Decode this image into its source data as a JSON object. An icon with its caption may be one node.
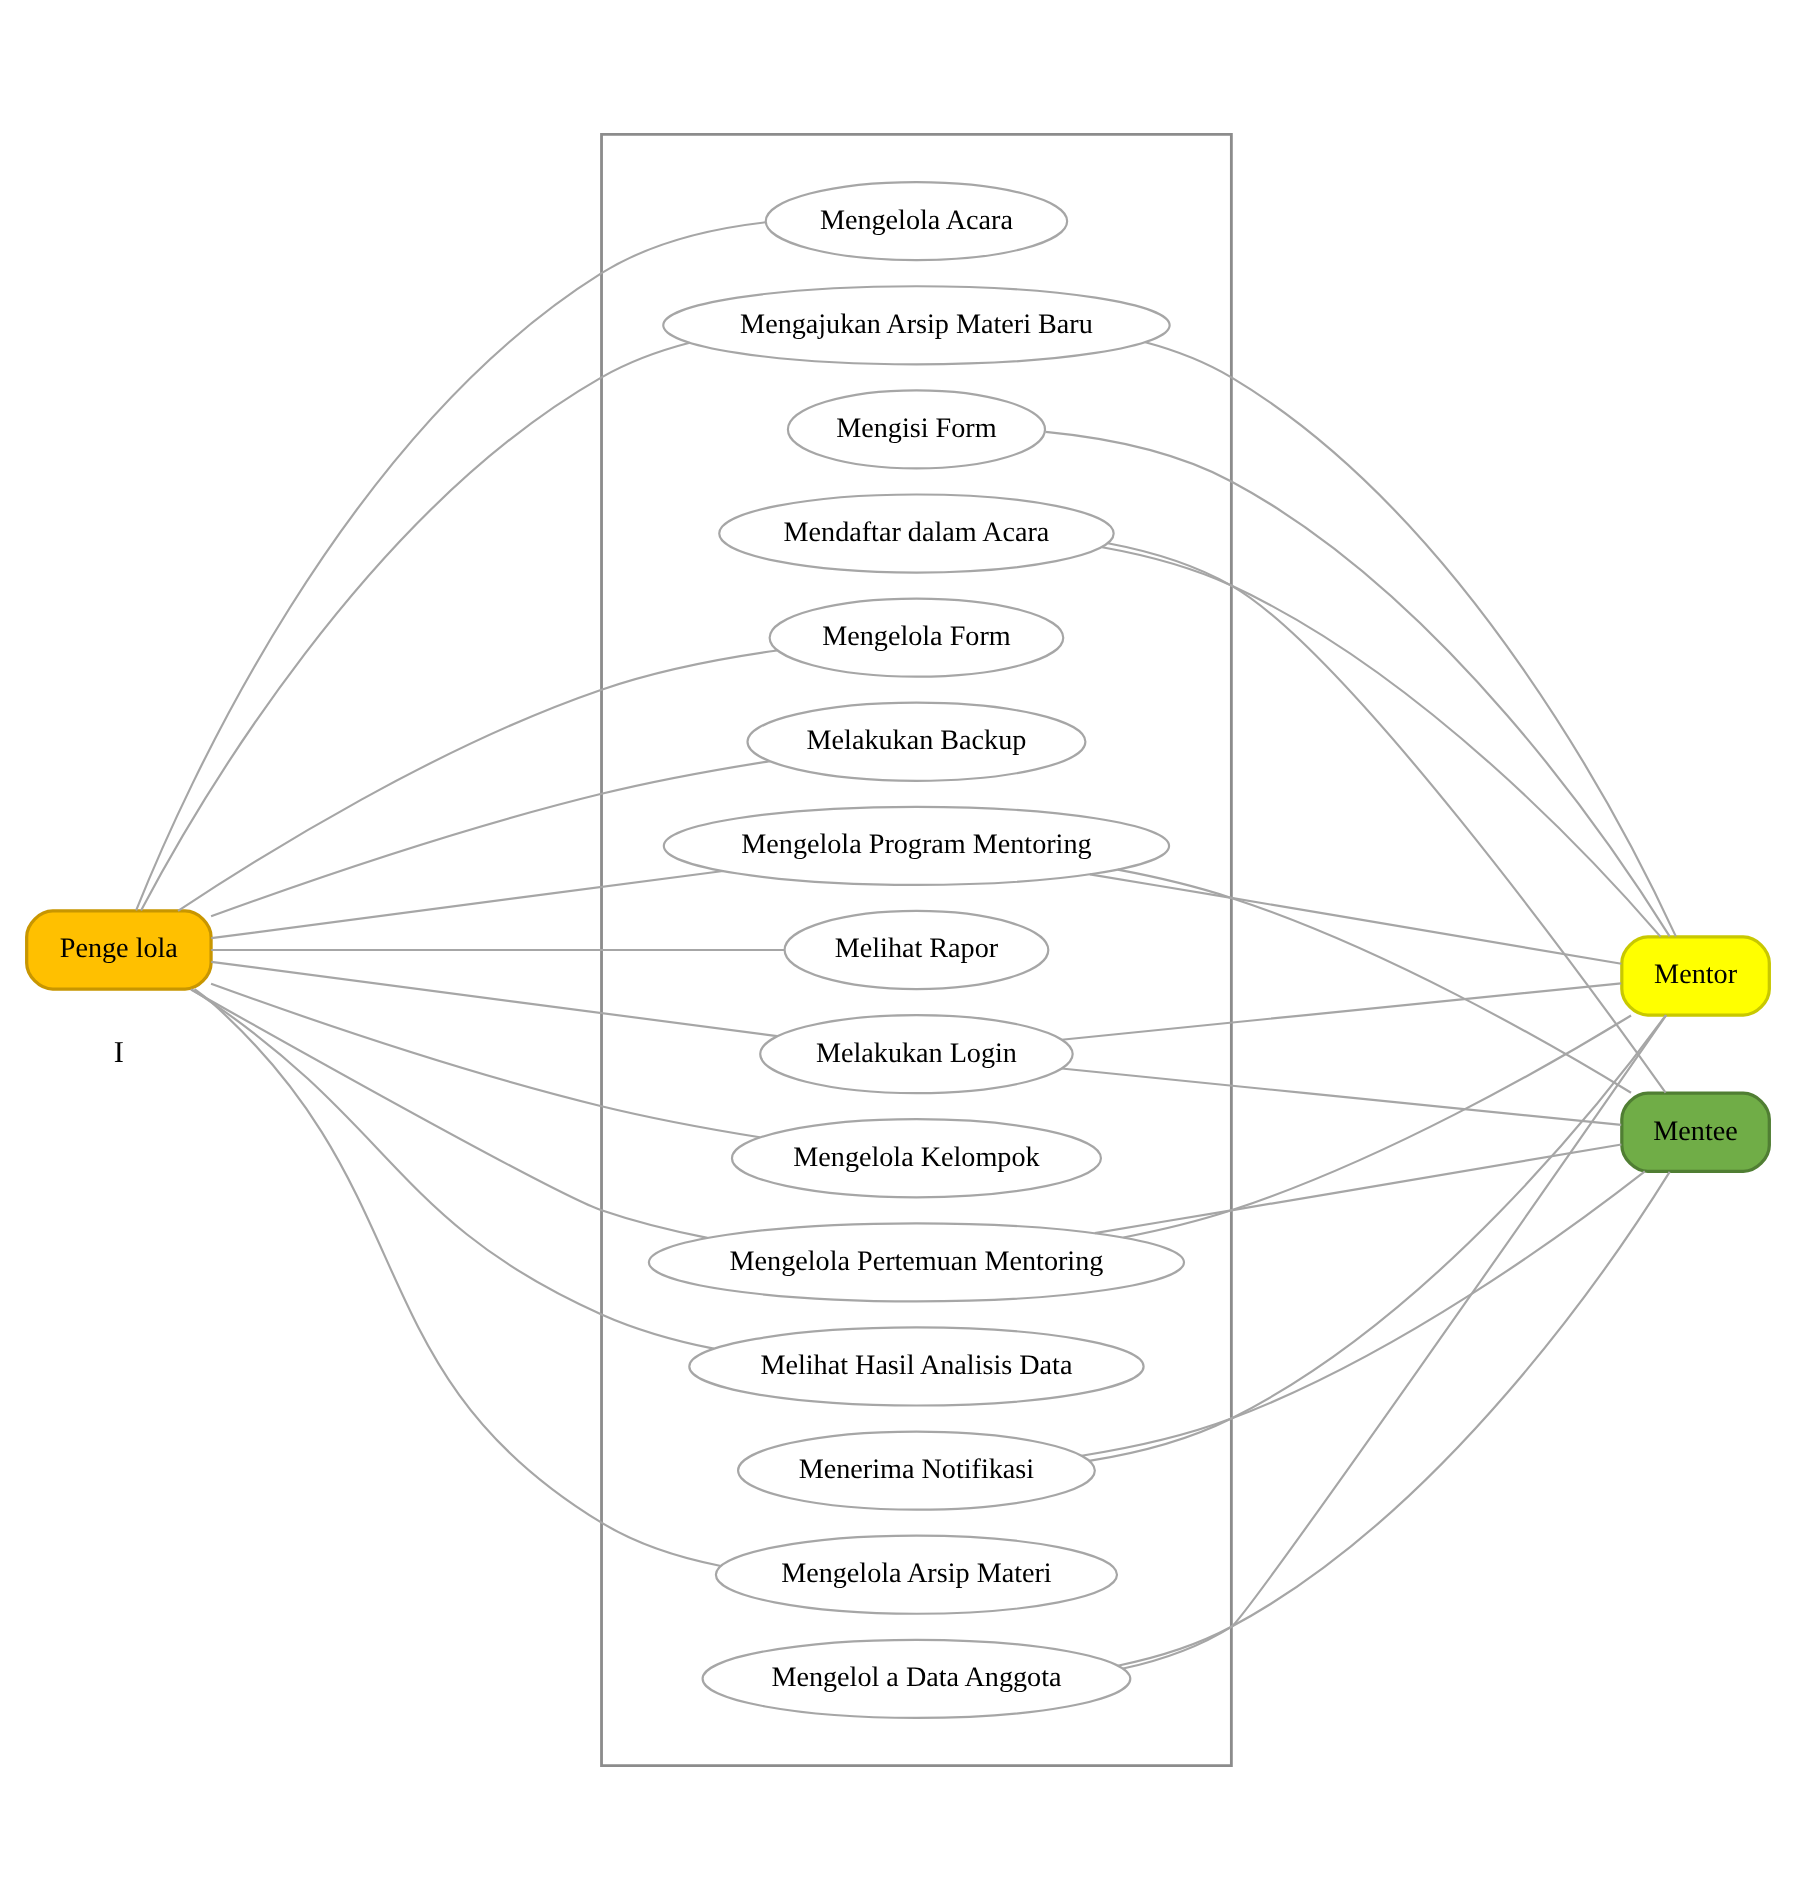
{
  "diagram": {
    "nodes": [
      {
        "text": [
          "Penge lola"
        ]
      },
      {
        "text": [],
        "shape": "box"
      },
      {
        "text": [
          "Melihat Hasil Analisis Data"
        ],
        "in": 1
      },
      {
        "text": [
          "Mengajukan Arsip Materi Baru"
        ],
        "in": 1
      },
      {
        "text": [
          "Mengelola Arsip Materi"
        ],
        "in": 1
      },
      {
        "text": [
          "Mengisi Form"
        ],
        "in": 1
      },
      {
        "text": [
          "Mengelola Acara"
        ],
        "in": 1
      },
      {
        "text": [
          "Mengelola Pertemuan Mentoring"
        ],
        "in": 1
      },
      {
        "text": [
          "Mengelola Program Mentoring"
        ],
        "in": 1
      },
      {
        "text": [
          "Melakukan Login"
        ],
        "in": 1
      },
      {
        "text": [
          "Mengelola Form"
        ],
        "in": 1
      },
      {
        "text": [
          "Menerima Notifikasi"
        ],
        "in": 1
      },
      {
        "text": [
          "Melakukan Backup"
        ],
        "in": 1
      },
      {
        "text": [
          "Mengelol a Data Anggota"
        ],
        "in": 1
      },
      {
        "text": [
          "Melihat Rapor"
        ],
        "in": 1
      },
      {
        "text": [
          "Mendaftar dalam Acara"
        ],
        "in": 1
      },
      {
        "text": [
          "Mengelola Kelompok"
        ],
        "in": 1
      },
      {
        "text": [
          "Mentor"
        ]
      },
      {
        "text": [
          "Mentee"
        ]
      }
    ],
    "edges": [
      {
        "from": 0,
        "to": 2,
        "arrow": "none"
      },
      {
        "from": 0,
        "to": 3,
        "arrow": "none"
      },
      {
        "from": 0,
        "to": 4,
        "arrow": "none"
      },
      {
        "from": 0,
        "to": 6,
        "arrow": "none"
      },
      {
        "from": 0,
        "to": 7,
        "arrow": "none"
      },
      {
        "from": 0,
        "to": 8,
        "arrow": "none"
      },
      {
        "from": 0,
        "to": 9,
        "arrow": "none"
      },
      {
        "from": 0,
        "to": 10,
        "arrow": "none"
      },
      {
        "from": 0,
        "to": 12,
        "arrow": "none"
      },
      {
        "from": 0,
        "to": 14,
        "arrow": "none"
      },
      {
        "from": 0,
        "to": 16,
        "arrow": "none"
      },
      {
        "from": 17,
        "to": 3,
        "arrow": "none"
      },
      {
        "from": 17,
        "to": 5,
        "arrow": "none"
      },
      {
        "from": 17,
        "to": 7,
        "arrow": "none"
      },
      {
        "from": 17,
        "to": 8,
        "arrow": "none"
      },
      {
        "from": 17,
        "to": 9,
        "arrow": "none"
      },
      {
        "from": 17,
        "to": 11,
        "arrow": "none"
      },
      {
        "from": 17,
        "to": 13,
        "arrow": "none"
      },
      {
        "from": 17,
        "to": 15,
        "arrow": "none"
      },
      {
        "from": 18,
        "to": 7,
        "arrow": "none"
      },
      {
        "from": 18,
        "to": 8,
        "arrow": "none"
      },
      {
        "from": 18,
        "to": 9,
        "arrow": "none"
      },
      {
        "from": 18,
        "to": 11,
        "arrow": "none"
      },
      {
        "from": 18,
        "to": 13,
        "arrow": "none"
      },
      {
        "from": 18,
        "to": 15,
        "arrow": "none"
      }
    ],
    "labels": [
      "I"
    ]
  }
}
